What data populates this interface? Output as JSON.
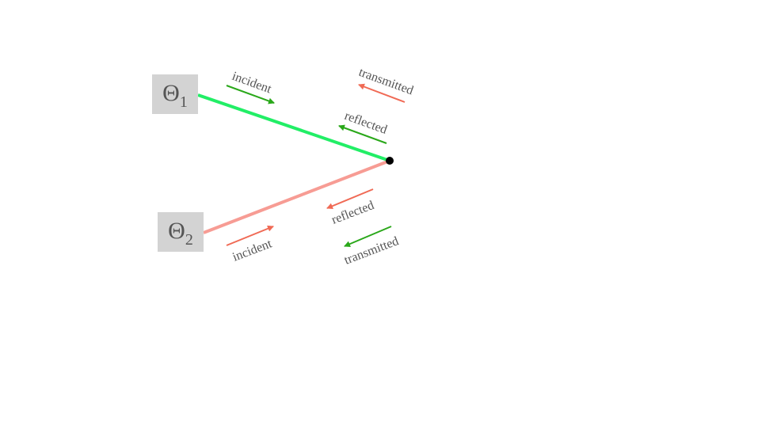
{
  "colors": {
    "line1": "#22ee66",
    "line2": "#f79c94",
    "green_arrow": "#2aa81a",
    "red_arrow": "#f06a55",
    "label": "#555555",
    "box": "#d3d3d3",
    "junction": "#000000"
  },
  "boxes": {
    "theta1": {
      "symbol": "Θ",
      "sub": "1"
    },
    "theta2": {
      "symbol": "Θ",
      "sub": "2"
    }
  },
  "labels": {
    "top_incident": "incident",
    "top_transmitted": "transmitted",
    "top_reflected": "reflected",
    "bottom_reflected": "reflected",
    "bottom_incident": "incident",
    "bottom_transmitted": "transmitted"
  }
}
